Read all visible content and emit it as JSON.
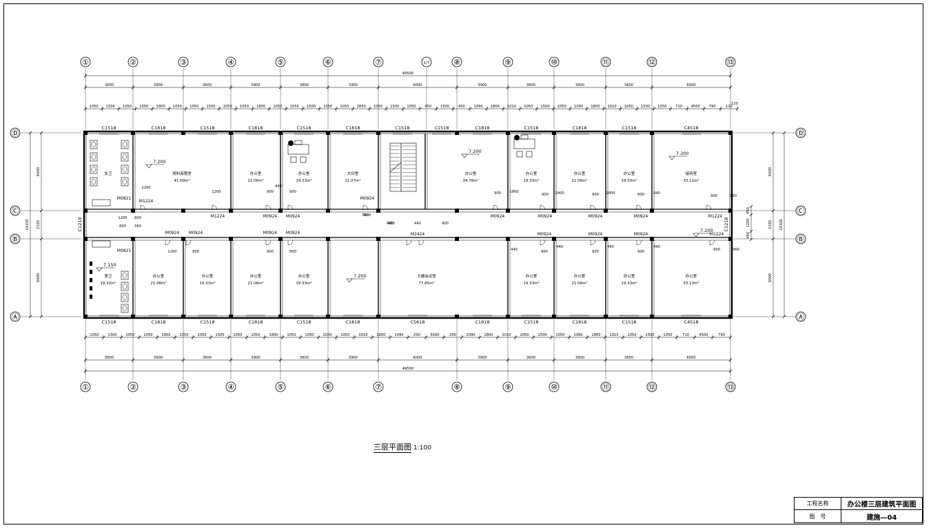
{
  "drawing": {
    "title": "三层平面图",
    "scale": "1:100"
  },
  "title_block": {
    "project_label": "工程名称",
    "project_value": "办公楼三层建筑平面图",
    "drawing_no_label": "图　号",
    "drawing_no_value": "建施—04"
  },
  "axes_numbered": [
    "①",
    "②",
    "③",
    "④",
    "⑤",
    "⑥",
    "⑦",
    "⑧",
    "⑨",
    "⑩",
    "⑪",
    "⑫",
    "⑬"
  ],
  "axis_extra": "1/7",
  "axes_lettered": [
    "Ⓓ",
    "Ⓒ",
    "Ⓑ",
    "Ⓐ"
  ],
  "dimensions": {
    "total": "49500",
    "bays_top": [
      "3600",
      "3900",
      "3600",
      "3900",
      "3600",
      "3900",
      "6000",
      "3900",
      "3600",
      "3900",
      "3600",
      "6000"
    ],
    "bays_bottom": [
      "3600",
      "3900",
      "3600",
      "3900",
      "3600",
      "3900",
      "6000",
      "3900",
      "3600",
      "3900",
      "3600",
      "6000"
    ],
    "openings_top": [
      "1050",
      "1500",
      "1050",
      "1050",
      "1800",
      "1050",
      "1050",
      "1500",
      "1050",
      "1050",
      "1800",
      "1050",
      "1050",
      "1500",
      "1050",
      "1050",
      "2850",
      "1050",
      "1500",
      "1050",
      "450",
      "1500",
      "450",
      "1090",
      "1800",
      "1010",
      "1050",
      "1500",
      "1050",
      "1090",
      "1800",
      "1010",
      "1050",
      "1500",
      "1050",
      "710",
      "4500",
      "790",
      "120"
    ],
    "openings_bottom": [
      "1050",
      "1500",
      "1050",
      "1050",
      "1800",
      "1050",
      "1050",
      "1500",
      "1050",
      "1050",
      "1800",
      "1050",
      "1050",
      "1500",
      "1050",
      "1010",
      "1800",
      "1090",
      "200",
      "5600",
      "200",
      "1090",
      "1800",
      "1010",
      "1050",
      "1500",
      "1050",
      "1090",
      "1800",
      "1010",
      "1050",
      "1500",
      "1050",
      "710",
      "4500",
      "790"
    ],
    "vertical_left": [
      "6000",
      "2100",
      "6000",
      "14100"
    ],
    "vertical_right": [
      "6000",
      "2100",
      "6000",
      "14100",
      "450",
      "1200",
      "450"
    ]
  },
  "windows_top": [
    "C1518",
    "C1818",
    "C1518",
    "C1818",
    "C1518",
    "C1818",
    "C1518",
    "C1518",
    "C1818",
    "C1518",
    "C1818",
    "C1518",
    "C4518"
  ],
  "windows_bottom": [
    "C1518",
    "C1818",
    "C1518",
    "C1818",
    "C1518",
    "C1818",
    "C5618",
    "C1818",
    "C1518",
    "C1818",
    "C1518",
    "C4518"
  ],
  "window_side_left": "C1218",
  "window_side_right": "C1218",
  "doors": {
    "m0821": "M0821",
    "m1224": "M1224",
    "m0924": "M0924",
    "m2424": "M2424"
  },
  "door_dims": [
    "1200",
    "1200",
    "900",
    "900",
    "900",
    "900",
    "900",
    "900",
    "900",
    "900",
    "1200",
    "900",
    "900",
    "900",
    "900",
    "900",
    "900",
    "900",
    "900",
    "1200",
    "800",
    "800",
    "360",
    "360",
    "440",
    "440",
    "900",
    "1800",
    "2400",
    "1800",
    "440",
    "440",
    "440",
    "440",
    "360",
    "360",
    "440",
    "440",
    "120"
  ],
  "elevations": [
    "7.200",
    "7.200",
    "7.200",
    "7.200",
    "7.200",
    "7.150"
  ],
  "rooms_top": [
    {
      "name": "女卫",
      "area": ""
    },
    {
      "name": "資料阅覽室",
      "area": "41.69m²"
    },
    {
      "name": "办公室",
      "area": "21.06m²"
    },
    {
      "name": "办公室",
      "area": "19.33m²"
    },
    {
      "name": "文印室",
      "area": "21.07m²"
    },
    {
      "name": "办公室",
      "area": "34.78m²"
    },
    {
      "name": "办公室",
      "area": "19.33m²"
    },
    {
      "name": "办公室",
      "area": "21.06m²"
    },
    {
      "name": "办公室",
      "area": "19.33m²"
    },
    {
      "name": "接待室",
      "area": "33.11m²"
    }
  ],
  "rooms_bottom": [
    {
      "name": "男卫",
      "area": "19.32m²"
    },
    {
      "name": "办公室",
      "area": "21.06m²"
    },
    {
      "name": "办公室",
      "area": "19.33m²"
    },
    {
      "name": "办公室",
      "area": "21.06m²"
    },
    {
      "name": "办公室",
      "area": "19.33m²"
    },
    {
      "name": "大擺会议室",
      "area": "77.85m²"
    },
    {
      "name": "办公室",
      "area": "19.33m²"
    },
    {
      "name": "办公室",
      "area": "21.06m²"
    },
    {
      "name": "办公室",
      "area": "19.33m²"
    },
    {
      "name": "办公室",
      "area": "33.13m²"
    }
  ]
}
